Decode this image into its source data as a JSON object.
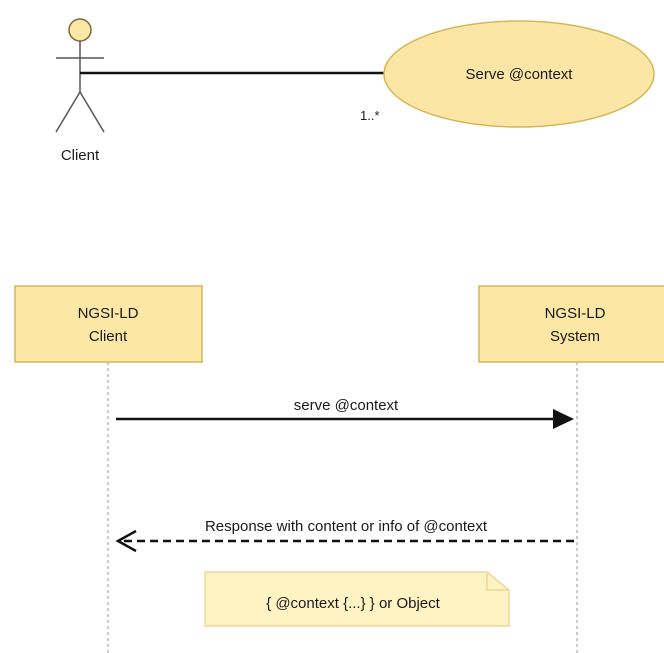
{
  "use_case": {
    "actor_label": "Client",
    "use_case_label": "Serve @context",
    "multiplicity": "1..*"
  },
  "sequence": {
    "participants": [
      {
        "line1": "NGSI-LD",
        "line2": "Client"
      },
      {
        "line1": "NGSI-LD",
        "line2": "System"
      }
    ],
    "request_label": "serve @context",
    "response_label": "Response with content or info of @context",
    "note_text": "{ @context {...} } or Object"
  },
  "colors": {
    "fill": "#fce7a5",
    "ellipse_fill": "#fbe6a6",
    "stroke": "#d6b656",
    "line": "#111111",
    "lifeline": "#999999",
    "note_fill": "#fff3c4",
    "note_stroke": "#e8d18b"
  }
}
